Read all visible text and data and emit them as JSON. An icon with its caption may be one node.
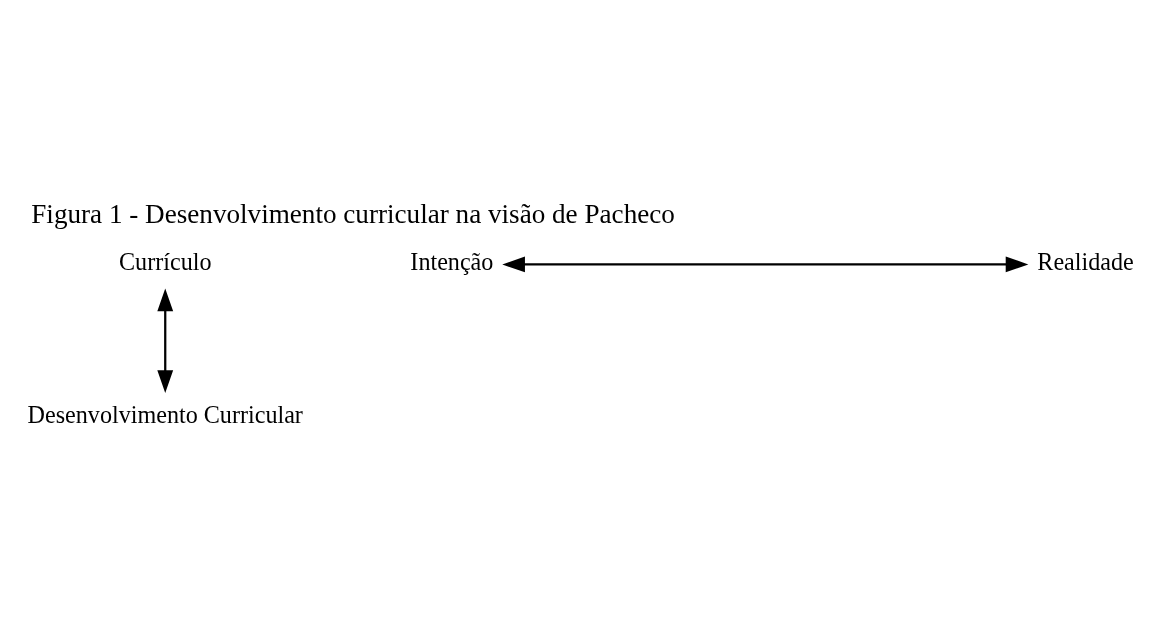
{
  "diagram": {
    "title": "Figura 1 - Desenvolvimento curricular na visão de Pacheco",
    "nodes": [
      {
        "text": [
          "Currículo"
        ]
      },
      {
        "text": [
          "Intenção"
        ]
      },
      {
        "text": [
          "Realidade"
        ]
      },
      {
        "text": [
          "Desenvolvimento Curricular"
        ]
      }
    ],
    "edges": [
      {
        "from": 0,
        "to": 3,
        "arrow": "both"
      },
      {
        "from": 1,
        "to": 2,
        "arrow": "both"
      }
    ]
  }
}
